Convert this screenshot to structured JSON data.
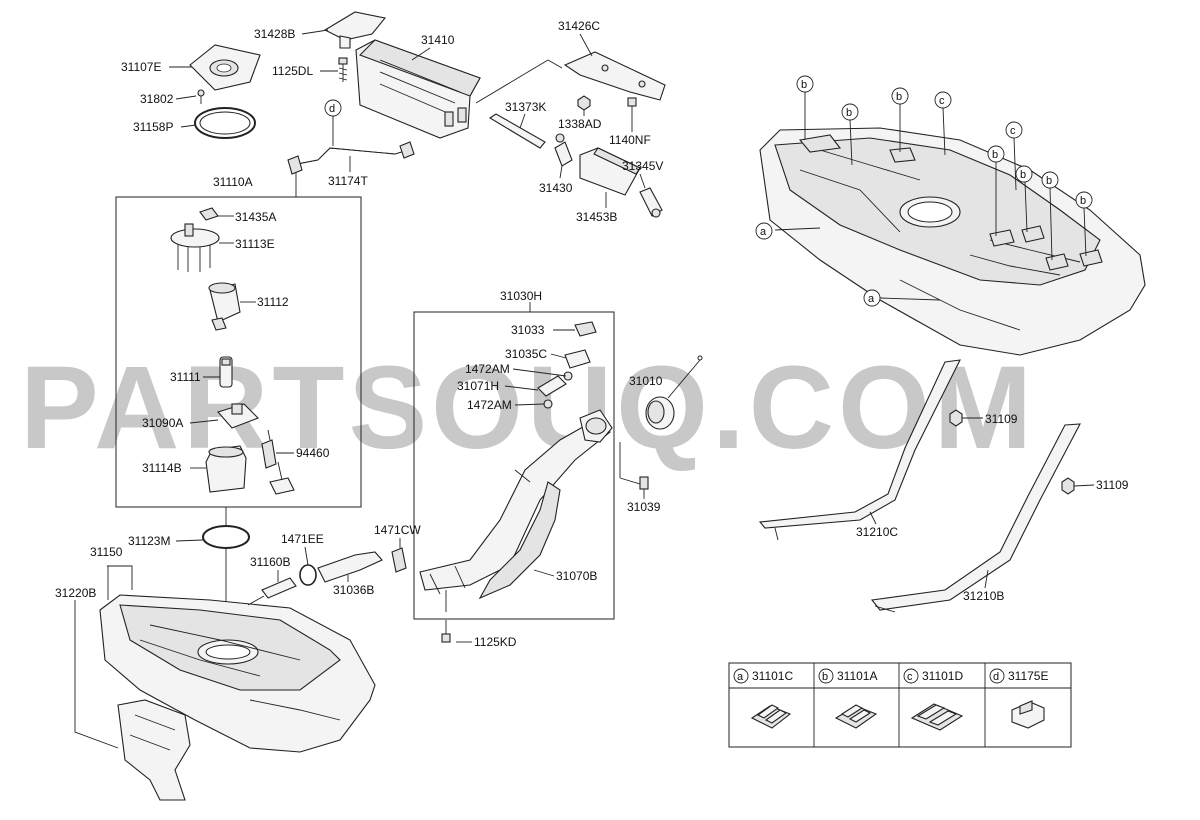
{
  "watermark": "PARTSOUQ.COM",
  "labels": {
    "p31428B": "31428B",
    "p31410": "31410",
    "p31426C": "31426C",
    "p31107E": "31107E",
    "p1125DL": "1125DL",
    "p31802": "31802",
    "p31158P": "31158P",
    "p1338AD": "1338AD",
    "p1140NF": "1140NF",
    "p31373K": "31373K",
    "p31345V": "31345V",
    "p31430": "31430",
    "p31453B": "31453B",
    "p31174T": "31174T",
    "p31110A": "31110A",
    "p31435A": "31435A",
    "p31113E": "31113E",
    "p31112": "31112",
    "p31111": "31111",
    "p31090A": "31090A",
    "p94460": "94460",
    "p31114B": "31114B",
    "p31123M": "31123M",
    "p31150": "31150",
    "p31220B": "31220B",
    "p31160B": "31160B",
    "p1471EE": "1471EE",
    "p1471CW": "1471CW",
    "p31036B": "31036B",
    "p31030H": "31030H",
    "p31033": "31033",
    "p31035C": "31035C",
    "p1472AM_a": "1472AM",
    "p31071H": "31071H",
    "p1472AM_b": "1472AM",
    "p31010": "31010",
    "p31039": "31039",
    "p31070B": "31070B",
    "p1125KD": "1125KD",
    "p31109_a": "31109",
    "p31109_b": "31109",
    "p31210C": "31210C",
    "p31210B": "31210B"
  },
  "callouts": {
    "a": "a",
    "b": "b",
    "c": "c",
    "d": "d"
  },
  "legend": [
    {
      "letter": "a",
      "part": "31101C"
    },
    {
      "letter": "b",
      "part": "31101A"
    },
    {
      "letter": "c",
      "part": "31101D"
    },
    {
      "letter": "d",
      "part": "31175E"
    }
  ]
}
